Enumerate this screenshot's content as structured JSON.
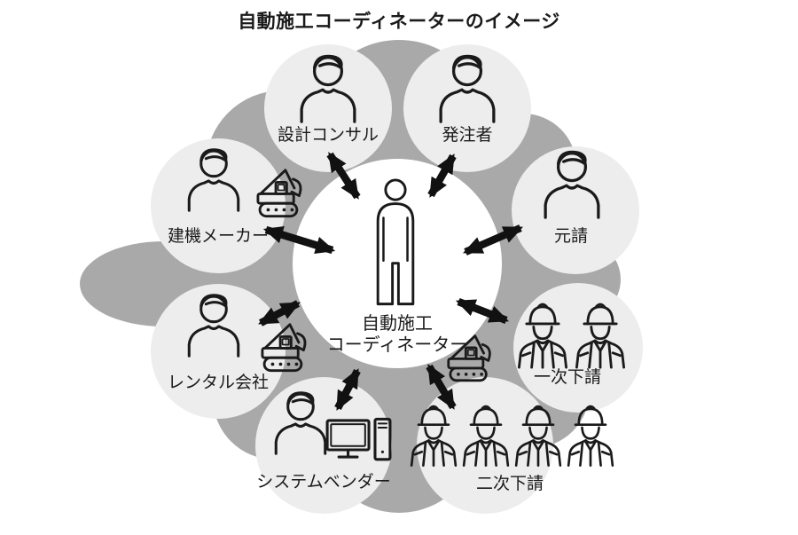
{
  "title": "自動施工コーディネーターのイメージ",
  "center": {
    "label_line1": "自動施工",
    "label_line2": "コーディネーター",
    "icon": "person-full-icon"
  },
  "nodes": [
    {
      "label": "設計コンサル",
      "icons": [
        "person-icon"
      ]
    },
    {
      "label": "発注者",
      "icons": [
        "person-icon"
      ]
    },
    {
      "label": "元請",
      "icons": [
        "person-icon"
      ]
    },
    {
      "label": "一次下請",
      "icons": [
        "excavator-icon",
        "worker-icon",
        "worker-icon"
      ]
    },
    {
      "label": "二次下請",
      "icons": [
        "worker-icon",
        "worker-icon",
        "worker-icon",
        "worker-icon"
      ]
    },
    {
      "label": "システムベンダー",
      "icons": [
        "person-icon",
        "computer-icon"
      ]
    },
    {
      "label": "レンタル会社",
      "icons": [
        "person-icon",
        "excavator-icon"
      ]
    },
    {
      "label": "建機メーカー",
      "icons": [
        "person-icon",
        "excavator-icon"
      ]
    }
  ],
  "connections": [
    {
      "from": "自動施工コーディネーター",
      "to": "設計コンサル",
      "bidirectional": true
    },
    {
      "from": "自動施工コーディネーター",
      "to": "発注者",
      "bidirectional": true
    },
    {
      "from": "自動施工コーディネーター",
      "to": "元請",
      "bidirectional": true
    },
    {
      "from": "自動施工コーディネーター",
      "to": "一次下請",
      "bidirectional": true
    },
    {
      "from": "自動施工コーディネーター",
      "to": "二次下請",
      "bidirectional": true
    },
    {
      "from": "自動施工コーディネーター",
      "to": "システムベンダー",
      "bidirectional": true
    },
    {
      "from": "自動施工コーディネーター",
      "to": "レンタル会社",
      "bidirectional": true
    },
    {
      "from": "自動施工コーディネーター",
      "to": "建機メーカー",
      "bidirectional": true
    }
  ],
  "colors": {
    "background": "#ffffff",
    "blob": "#a9a9a9",
    "node_circle": "#ededed",
    "center_circle": "#ffffff",
    "arrow": "#111111",
    "icon_stroke": "#1a1a1a",
    "text": "#1a1a1a"
  }
}
